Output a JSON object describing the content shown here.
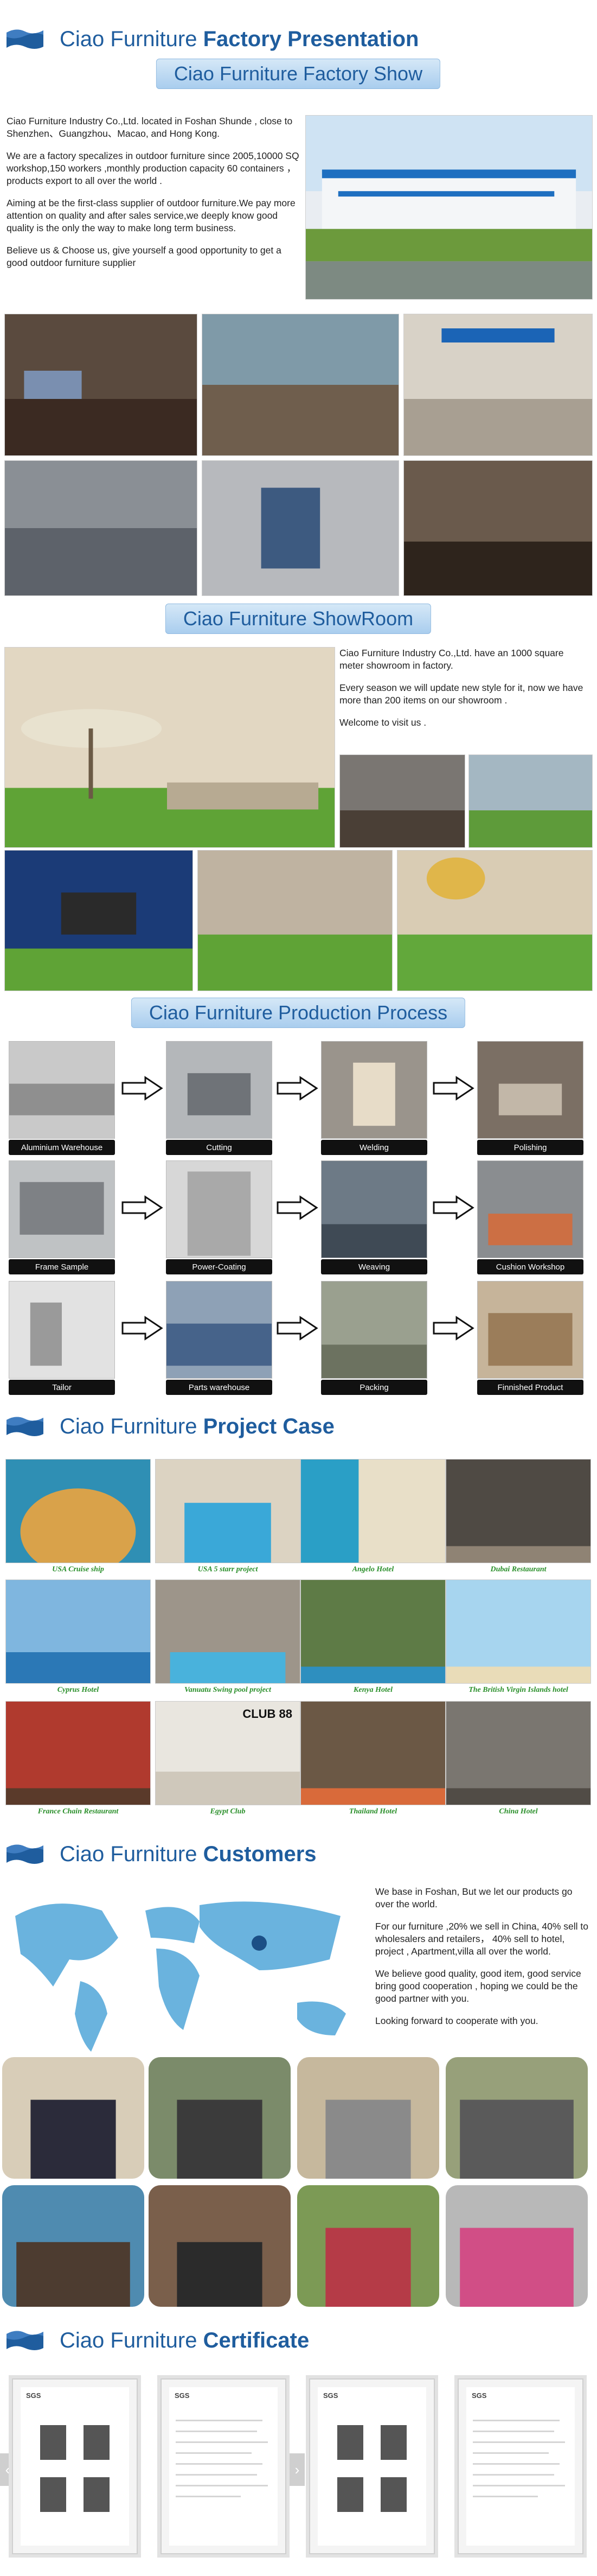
{
  "colors": {
    "brand": "#1f5d9e",
    "banner_bg": "#bcd9f2",
    "caption_green": "#2a8f2a"
  },
  "presentation": {
    "title_regular": "Ciao Furniture",
    "title_bold": "Factory Presentation",
    "factory_show": "Ciao Furniture Factory Show",
    "paragraphs": [
      "Ciao Furniture Industry Co.,Ltd. located in Foshan Shunde , close to Shenzhen、Guangzhou、Macao, and Hong Kong.",
      "We are a factory specalizes in outdoor furniture since 2005,10000 SQ workshop,150 workers ,monthly production capacity 60 containers ， products export to all over the world .",
      "Aiming at be the first-class supplier of outdoor furniture.We pay more attention on quality and after sales service,we deeply know good quality is the only the way to make long term business.",
      "Believe us & Choose us, give yourself a good opportunity to get a good outdoor furniture supplier"
    ]
  },
  "showroom": {
    "title": "Ciao Furniture ShowRoom",
    "paragraphs": [
      "Ciao Furniture Industry Co.,Ltd. have an 1000 square meter showroom in factory.",
      "Every season we will update new style for it, now we have more than 200 items on our showroom .",
      "Welcome to visit us ."
    ]
  },
  "production": {
    "title": "Ciao Furniture Production Process",
    "steps": [
      "Aluminium Warehouse",
      "Cutting",
      "Welding",
      "Polishing",
      "Frame Sample",
      "Power-Coating",
      "Weaving",
      "Cushion Workshop",
      "Tailor",
      "Parts warehouse",
      "Packing",
      "Finnished Product"
    ]
  },
  "project_case": {
    "title_regular": "Ciao Furniture",
    "title_bold": "Project Case",
    "cases": [
      "USA Cruise ship",
      "USA 5 starr project",
      "Angelo Hotel",
      "Dubai Restaurant",
      "Cyprus  Hotel",
      "Vanuatu Swing pool project",
      "Kenya Hotel",
      "The British Virgin Islands hotel",
      "France Chain Restaurant",
      "Egypt Club",
      "Thailand Hotel",
      "China Hotel"
    ]
  },
  "customers": {
    "title_regular": "Ciao Furniture",
    "title_bold": "Customers",
    "paragraphs": [
      "We base in Foshan, But we let our products go over the world.",
      "For our furniture ,20% we sell in China, 40% sell to wholesalers and retailers， 40% sell to hotel, project , Apartment,villa all over the world.",
      "We believe good quality, good item, good service bring good cooperation , hoping we could be the good partner with you.",
      "Looking forward to cooperate with you."
    ]
  },
  "certificate": {
    "title_regular": "Ciao Furniture",
    "title_bold": "Certificate",
    "logo_text": "SGS",
    "prev_icon": "‹",
    "next_icon": "›",
    "sign_in_photo": "CLUB 88"
  }
}
